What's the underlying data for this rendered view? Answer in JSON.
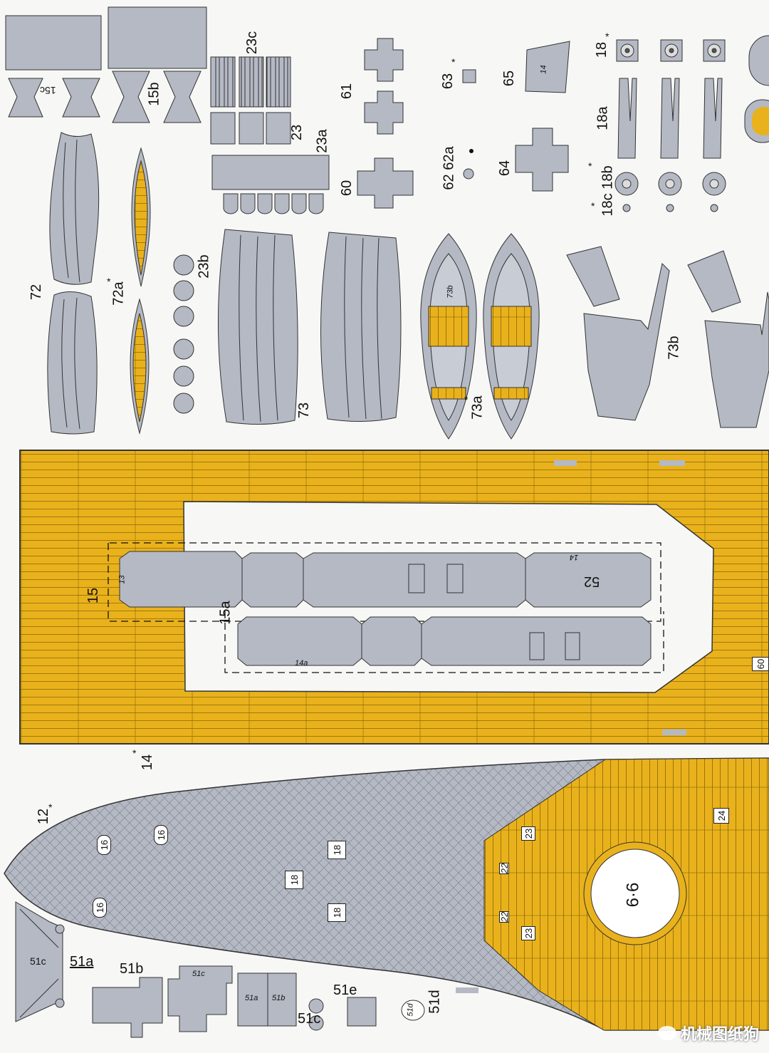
{
  "palette": {
    "gray": "#b4b9c4",
    "yellow": "#e9b21c",
    "outline": "#333333",
    "paper": "#f7f7f5"
  },
  "labels": {
    "p15c": "15c",
    "p15b": "15b",
    "p23c": "23c",
    "p23": "23",
    "p23a": "23a",
    "p61": "61",
    "p63": "63",
    "p63star": "*",
    "p65": "65",
    "p65inner": "14",
    "p18": "18",
    "p18star": "*",
    "p18a": "18a",
    "p6262a": "62 62a",
    "p60": "60",
    "p64": "64",
    "p18c18b": "18c 18b",
    "p18cstar": "*",
    "p18bstar": "*",
    "p72": "72",
    "p72a": "72a",
    "p72astar": "*",
    "p23b": "23b",
    "p73": "73",
    "p73a": "73a",
    "p73astar": "*",
    "p73b": "73b",
    "b73b": "73b",
    "p15": "15",
    "p15a": "15a",
    "p52": "52",
    "p13": "13",
    "p14": "14",
    "p14a": "14a",
    "p60deck": "60",
    "p14big": "14",
    "p14bigstar": "*",
    "p12": "12",
    "p12star": "*",
    "p16": "16",
    "p18box": "18",
    "p23box": "23",
    "p22": "22",
    "p24": "24",
    "p66": "6·6",
    "p51a": "51a",
    "p51b": "51b",
    "p51c": "51c",
    "p51e": "51e",
    "p51d": "51d"
  },
  "watermark": {
    "text": "机械图纸狗",
    "icon": "wechat-icon"
  }
}
